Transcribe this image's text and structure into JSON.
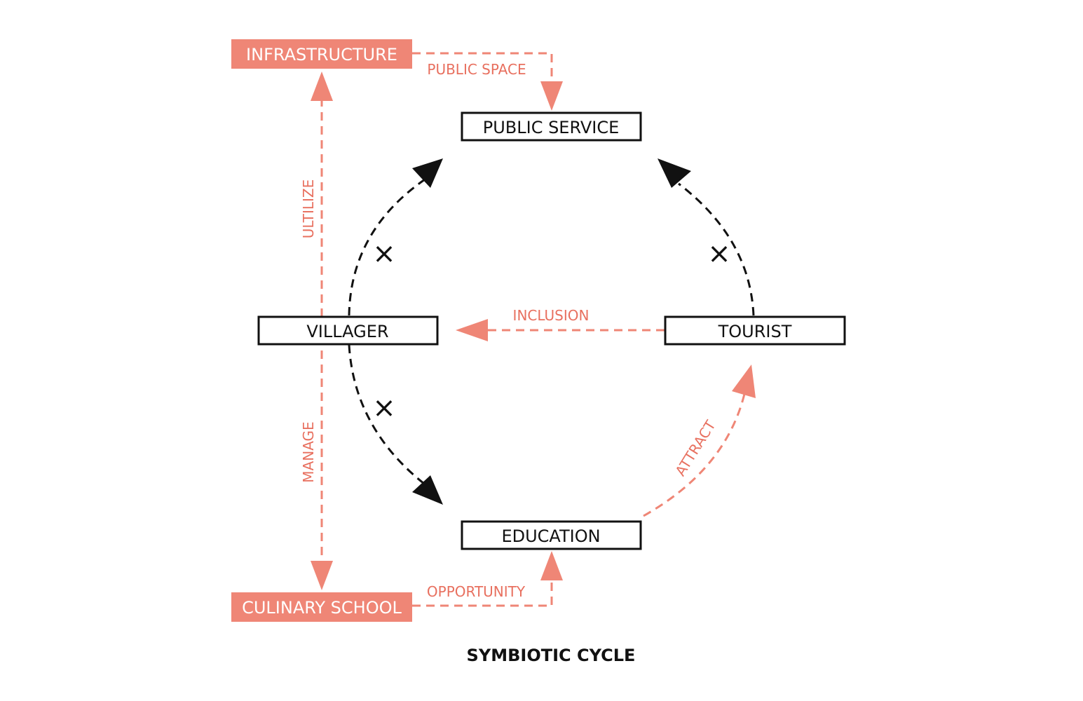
{
  "colors": {
    "accent": "#ef8676",
    "accent_text": "#e8705f",
    "ink": "#111111",
    "background": "#ffffff"
  },
  "nodes": {
    "public_service": "PUBLIC SERVICE",
    "villager": "VILLAGER",
    "tourist": "TOURIST",
    "education": "EDUCATION",
    "infrastructure": "INFRASTRUCTURE",
    "culinary_school": "CULINARY SCHOOL"
  },
  "edges": {
    "public_space": "PUBLIC SPACE",
    "ultilize": "ULTILIZE",
    "manage": "MANAGE",
    "inclusion": "INCLUSION",
    "attract": "ATTRACT",
    "opportunity": "OPPORTUNITY"
  },
  "blocked_marker": "×",
  "title": "SYMBIOTIC CYCLE"
}
